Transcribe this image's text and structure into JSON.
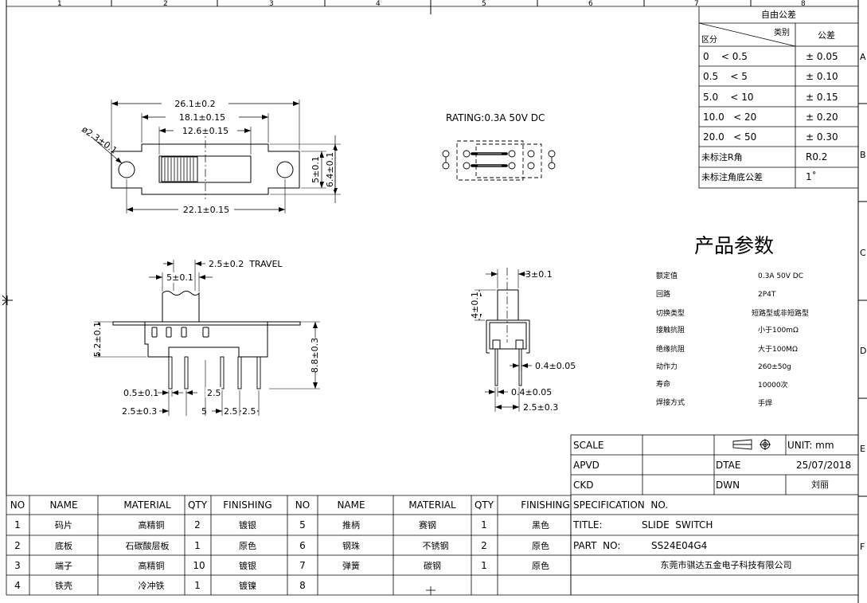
{
  "border": {
    "col_numbers": [
      "1",
      "2",
      "3",
      "4",
      "5",
      "6",
      "7",
      "8"
    ],
    "row_letters": [
      "A",
      "B",
      "C",
      "D",
      "E",
      "F"
    ]
  },
  "tolerance_table": {
    "title": "自由公差",
    "header_category": "类别",
    "header_zone": "区分",
    "header_tolerance": "公差",
    "rows": [
      {
        "range": "0    < 0.5",
        "tol": "± 0.05"
      },
      {
        "range": "0.5    < 5",
        "tol": "± 0.10"
      },
      {
        "range": "5.0    < 10",
        "tol": "± 0.15"
      },
      {
        "range": "10.0   < 20",
        "tol": "± 0.20"
      },
      {
        "range": "20.0   < 50",
        "tol": "± 0.30"
      },
      {
        "range": "未标注R角",
        "tol": "R0.2"
      },
      {
        "range": "未标注角底公差",
        "tol": "1˚"
      }
    ]
  },
  "top_view": {
    "dims": {
      "overall": "26.1±0.2",
      "mid": "18.1±0.15",
      "slot": "12.6±0.15",
      "hole_dia": "ø2.3±0.1",
      "height_inner": "5±0.1",
      "height_outer": "6.4±0.1",
      "hole_span": "22.1±0.15"
    }
  },
  "circuit": {
    "rating": "RATING:0.3A 50V DC"
  },
  "front_view": {
    "dims": {
      "travel": "2.5±0.2  TRAVEL",
      "actuator": "5±0.1",
      "body_height": "5.2±0.1",
      "total_height": "8.8±0.3",
      "pin_width": "0.5±0.1",
      "pin_pitch": "2.5",
      "offset": "2.5±0.3",
      "span": "5",
      "p1": "2.5",
      "p2": "2.5"
    }
  },
  "side_view": {
    "dims": {
      "actuator_w": "3±0.1",
      "actuator_h": "4±0.1",
      "pin_a": "0.4±0.05",
      "pin_b": "0.4±0.05",
      "offset": "2.5±0.3"
    }
  },
  "params": {
    "title": "产品参数",
    "rows": [
      {
        "label": "额定值",
        "value": "0.3A 50V DC"
      },
      {
        "label": "回路",
        "value": "2P4T"
      },
      {
        "label": "切换类型",
        "value": "短路型或非短路型"
      },
      {
        "label": "接触抗阻",
        "value": "小于100mΩ"
      },
      {
        "label": "绝缘抗阻",
        "value": "大于100MΩ"
      },
      {
        "label": "动作力",
        "value": "260±50g"
      },
      {
        "label": "寿命",
        "value": "10000次"
      },
      {
        "label": "焊接方式",
        "value": "手焊"
      }
    ]
  },
  "title_block": {
    "scale_label": "SCALE",
    "unit": "UNIT: mm",
    "apvd_label": "APVD",
    "dtae_label": "DTAE",
    "date": "25/07/2018",
    "ckd_label": "CKD",
    "dwn_label": "DWN",
    "drawer": "刘丽",
    "spec_label": "SPECIFICATION  NO.",
    "title_label": "TITLE:",
    "title_value": "SLIDE  SWITCH",
    "part_label": "PART  NO:",
    "part_value": "SS24E04G4",
    "company": "东莞市骐达五金电子科技有限公司"
  },
  "bom": {
    "headers": [
      "NO",
      "NAME",
      "MATERIAL",
      "QTY",
      "FINISHING",
      "NO",
      "NAME",
      "MATERIAL",
      "QTY",
      "FINISHING"
    ],
    "rows": [
      [
        "1",
        "码片",
        "高精铜",
        "2",
        "镀银",
        "5",
        "推柄",
        "赛钢",
        "1",
        "黑色"
      ],
      [
        "2",
        "底板",
        "石碳酸层板",
        "1",
        "原色",
        "6",
        "钢珠",
        "不锈钢",
        "2",
        "原色"
      ],
      [
        "3",
        "端子",
        "高精铜",
        "10",
        "镀银",
        "7",
        "弹簧",
        "碳钢",
        "1",
        "原色"
      ],
      [
        "4",
        "铁壳",
        "冷冲铁",
        "1",
        "镀镍",
        "8",
        "",
        "",
        "",
        ""
      ]
    ]
  }
}
